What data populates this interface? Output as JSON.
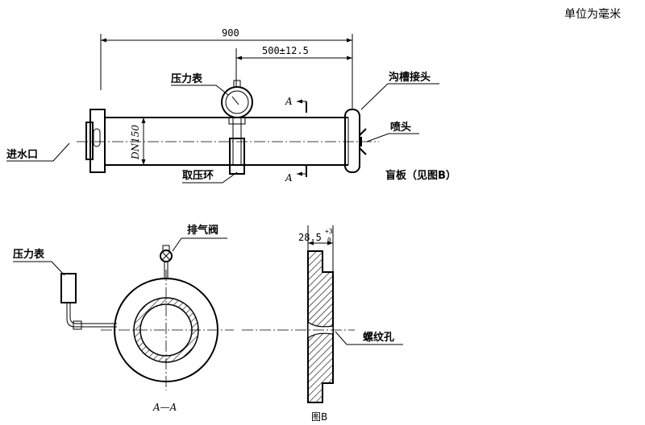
{
  "unit_note": "单位为毫米",
  "top_view": {
    "dim_total": "900",
    "dim_partial": "500±12.5",
    "dn_label": "DN150",
    "section_mark": "A",
    "labels": {
      "pressure_gauge": "压力表",
      "groove_joint": "沟槽接头",
      "nozzle": "喷头",
      "water_inlet": "进水口",
      "pressure_ring": "取压环",
      "blind_plate": "盲板（见图B）"
    }
  },
  "section_view": {
    "labels": {
      "exhaust_valve": "排气阀",
      "pressure_gauge": "压力表"
    },
    "caption": "A—A"
  },
  "detail_b": {
    "dim_value": "28.5",
    "tol_upper": "+3",
    "tol_lower": "0",
    "thread_hole": "螺纹孔",
    "caption": "图B"
  }
}
